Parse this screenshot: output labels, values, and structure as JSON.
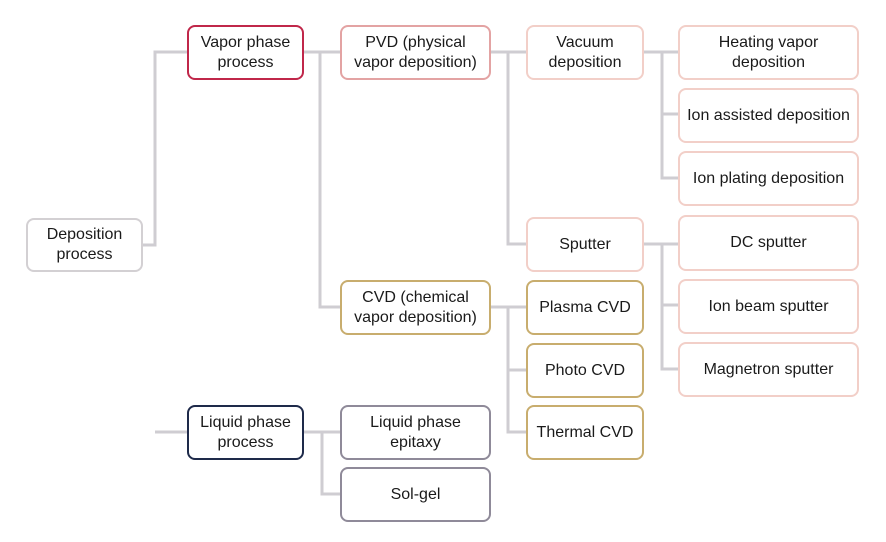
{
  "colors": {
    "connector": "#cfcdd2",
    "root": "#d3d0d3",
    "vapor": "#c0274a",
    "pvd": "#e3a3a3",
    "pvd_children": "#f2cfc8",
    "cvd": "#c8ad6e",
    "liquid": "#1e2a4a",
    "liquid_children": "#8f8a99"
  },
  "nodes": {
    "root": "Deposition process",
    "vapor": "Vapor phase process",
    "liquid": "Liquid phase process",
    "pvd": "PVD (physical vapor deposition)",
    "cvd": "CVD (chemical vapor deposition)",
    "vacuum": "Vacuum deposition",
    "sputter": "Sputter",
    "heating": "Heating vapor deposition",
    "ion_assisted": "Ion assisted deposition",
    "ion_plating": "Ion plating deposition",
    "dc_sputter": "DC sputter",
    "ion_beam": "Ion beam sputter",
    "magnetron": "Magnetron sputter",
    "plasma_cvd": "Plasma CVD",
    "photo_cvd": "Photo CVD",
    "thermal_cvd": "Thermal CVD",
    "lpe": "Liquid phase epitaxy",
    "solgel": "Sol-gel"
  }
}
